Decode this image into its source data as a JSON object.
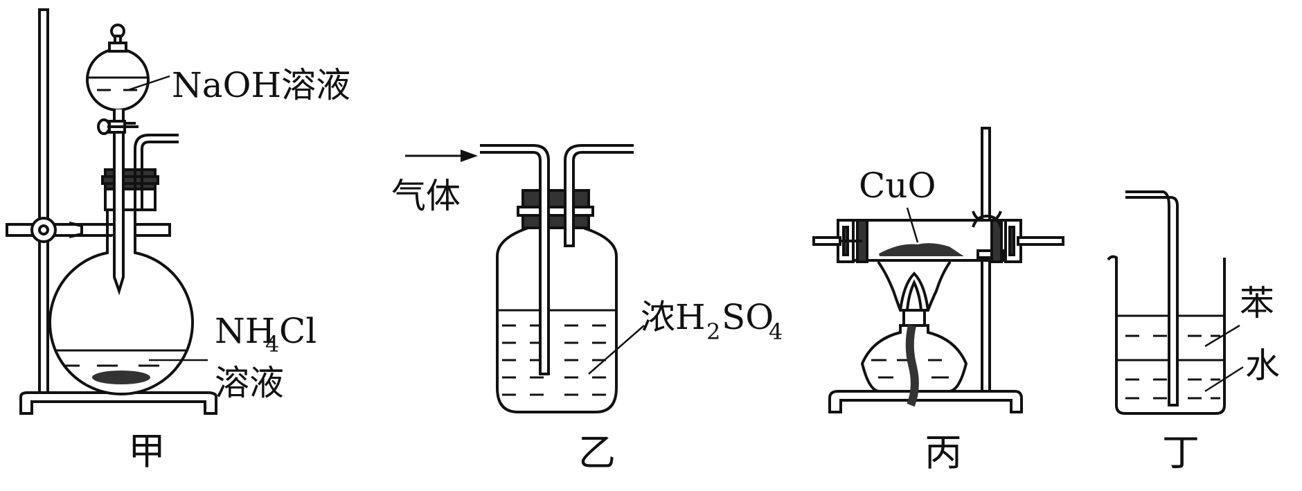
{
  "apparatus": {
    "a": {
      "caption": "甲",
      "funnel_label": "NaOH溶液",
      "flask_label_main": "NH",
      "flask_label_sub": "4",
      "flask_label_tail": "Cl",
      "flask_label_line2": "溶液"
    },
    "b": {
      "caption": "乙",
      "gas_label": "气体",
      "acid_prefix": "浓H",
      "acid_sub1": "2",
      "acid_mid": "SO",
      "acid_sub2": "4"
    },
    "c": {
      "caption": "丙",
      "reagent_label": "CuO"
    },
    "d": {
      "caption": "丁",
      "upper_label": "苯",
      "lower_label": "水"
    }
  }
}
